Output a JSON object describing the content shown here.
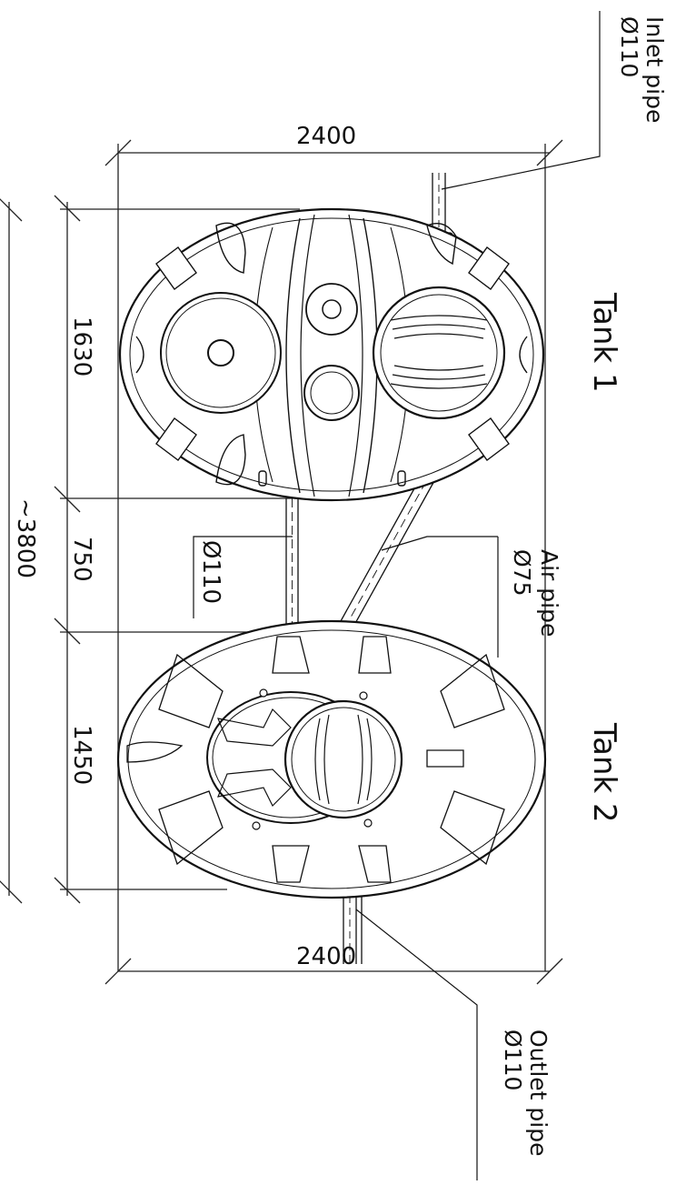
{
  "tanks": {
    "tank1_label": "Tank 1",
    "tank2_label": "Tank 2"
  },
  "pipes": {
    "inlet_label": "Inlet pipe",
    "inlet_diameter": "Ø110",
    "air_label": "Air pipe",
    "air_diameter": "Ø75",
    "connector_diameter": "Ø110",
    "outlet_label": "Outlet pipe",
    "outlet_diameter": "Ø110"
  },
  "dimensions": {
    "top_width": "2400",
    "bottom_width": "2400",
    "tank1_length": "1630",
    "gap_length": "750",
    "tank2_length": "1450",
    "total_length": "~3800"
  }
}
